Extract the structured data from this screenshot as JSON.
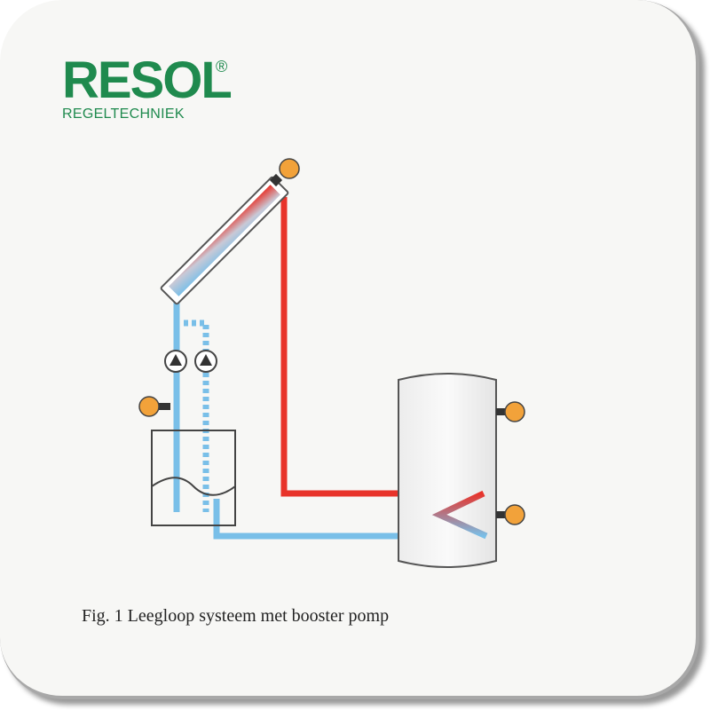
{
  "logo": {
    "word": "RESOL",
    "registered_mark": "®",
    "subtitle": "REGELTECHNIEK",
    "brand_color": "#1f8a4e"
  },
  "caption": "Fig. 1 Leegloop systeem met booster pomp",
  "colors": {
    "hot_pipe": "#e8332a",
    "cold_pipe": "#79bfe8",
    "sensor": "#f2a23a",
    "outline": "#4a4a4a",
    "background": "#f7f7f5"
  },
  "icons": {
    "pump": "pump-icon",
    "sensor": "temperature-sensor-icon"
  }
}
